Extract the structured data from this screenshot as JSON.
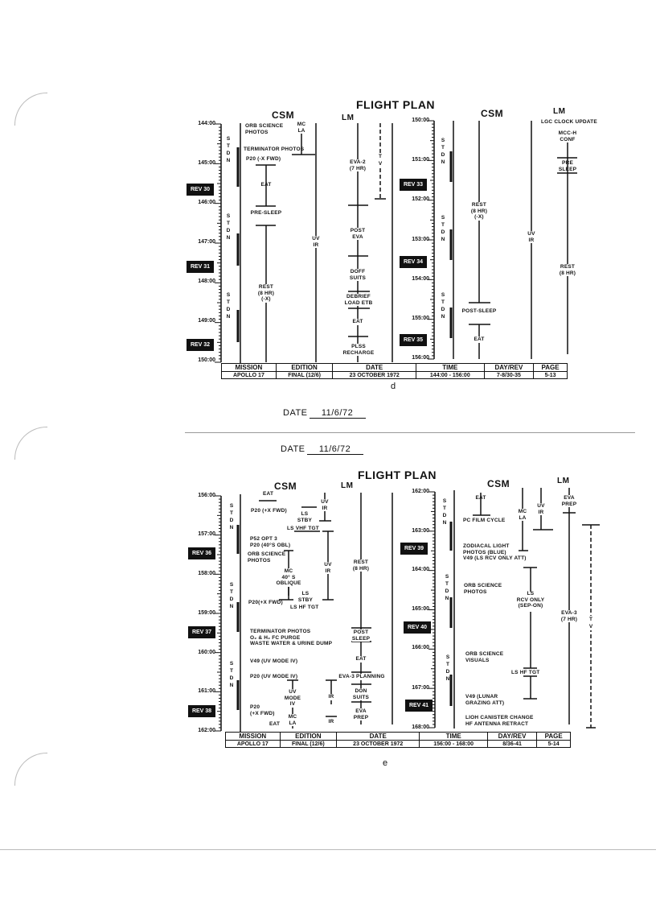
{
  "dates": [
    "11/6/72",
    "11/6/72"
  ],
  "date_label": "DATE",
  "page_d": {
    "title": "FLIGHT PLAN",
    "letter": "d",
    "left": {
      "hours": [
        "144:00",
        "145:00",
        "146:00",
        "147:00",
        "148:00",
        "149:00",
        "150:00"
      ],
      "revs": [
        "REV 30",
        "REV 31",
        "REV 32"
      ],
      "stdn": "S\nT\nD\nN",
      "csm_header": "CSM",
      "lm_header": "LM",
      "csm": [
        "ORB SCIENCE\nPHOTOS",
        "TERMINATOR PHOTOS",
        "P20 (-X FWD)",
        "EAT",
        "PRE-SLEEP",
        "REST\n(8 HR)\n(-X)"
      ],
      "mc_la": "MC\nLA",
      "uv_ir": "UV\nIR",
      "lm": [
        "EVA-2\n(7 HR)",
        "POST\nEVA",
        "DOFF\nSUITS",
        "DEBRIEF\nLOAD ETB",
        "EAT",
        "PLSS\nRECHARGE"
      ],
      "tv": "T\nV"
    },
    "right": {
      "hours": [
        "150:00",
        "151:00",
        "152:00",
        "153:00",
        "154:00",
        "155:00",
        "156:00"
      ],
      "revs": [
        "REV 33",
        "REV 34",
        "REV 35"
      ],
      "csm_header": "CSM",
      "lm_header": "LM",
      "csm": [
        "REST\n(8 HR)\n(-X)",
        "POST-SLEEP",
        "EAT"
      ],
      "uv_ir": "UV\nIR",
      "lm": [
        "LGC CLOCK UPDATE",
        "MCC-H\nCONF",
        "PRE\nSLEEP",
        "REST\n(8 HR)"
      ]
    },
    "table": {
      "headers": [
        "MISSION",
        "EDITION",
        "DATE",
        "TIME",
        "DAY/REV",
        "PAGE"
      ],
      "values": [
        "APOLLO 17",
        "FINAL (12/6)",
        "23 OCTOBER 1972",
        "144:00 - 156:00",
        "7-8/30-35",
        "5-13"
      ]
    }
  },
  "page_e": {
    "title": "FLIGHT PLAN",
    "letter": "e",
    "left": {
      "hours": [
        "156:00",
        "157:00",
        "158:00",
        "159:00",
        "160:00",
        "161:00",
        "162:00"
      ],
      "revs": [
        "REV 36",
        "REV 37",
        "REV 38"
      ],
      "csm_header": "CSM",
      "lm_header": "LM",
      "csm": [
        "EAT",
        "P20 (+X FWD)",
        "LS\nSTBY",
        "LS VHF TGT",
        "P52 OPT 3\nP20 (40°S OBL)",
        "ORB SCIENCE\nPHOTOS",
        "MC\n40° S\nOBLIQUE",
        "LS\nSTBY",
        "P20(+X FWD)",
        "LS HF TGT",
        "TERMINATOR PHOTOS\nO₂ & H₂ FC PURGE\nWASTE WATER & URINE DUMP",
        "V49 (UV MODE IV)",
        "P20 (UV MODE IV)",
        "UV\nMODE\nIV",
        "P20\n(+X FWD)",
        "EAT",
        "MC\nLA"
      ],
      "uv_ir": [
        "UV\nIR",
        "UV\nIR",
        "IR",
        "IR"
      ],
      "lm": [
        "REST\n(8 HR)",
        "POST\nSLEEP",
        "EAT",
        "EVA-3 PLANNING",
        "DON\nSUITS",
        "EVA\nPREP"
      ]
    },
    "right": {
      "hours": [
        "162:00",
        "163:00",
        "164:00",
        "165:00",
        "166:00",
        "167:00",
        "168:00"
      ],
      "revs": [
        "REV 39",
        "REV 40",
        "REV 41"
      ],
      "csm_header": "CSM",
      "lm_header": "LM",
      "csm": [
        "EAT",
        "PC FILM CYCLE",
        "ZODIACAL LIGHT\nPHOTOS (BLUE)\nV49 (LS RCV ONLY ATT)",
        "ORB SCIENCE\nPHOTOS",
        "LS\nRCV ONLY\n(SEP-ON)",
        "ORB SCIENCE\nVISUALS",
        "LS HF    TGT",
        "V49 (LUNAR\nGRAZING ATT)",
        "LIOH CANISTER CHANGE\nHF ANTENNA RETRACT"
      ],
      "mc_la": "MC\nLA",
      "uv_ir": "UV\nIR",
      "lm": [
        "EVA\nPREP",
        "EVA-3\n(7 HR)"
      ],
      "tv": "T\nV"
    },
    "table": {
      "headers": [
        "MISSION",
        "EDITION",
        "DATE",
        "TIME",
        "DAY/REV",
        "PAGE"
      ],
      "values": [
        "APOLLO 17",
        "FINAL (12/6)",
        "23 OCTOBER 1972",
        "156:00 - 168:00",
        "8/36-41",
        "5-14"
      ]
    }
  }
}
